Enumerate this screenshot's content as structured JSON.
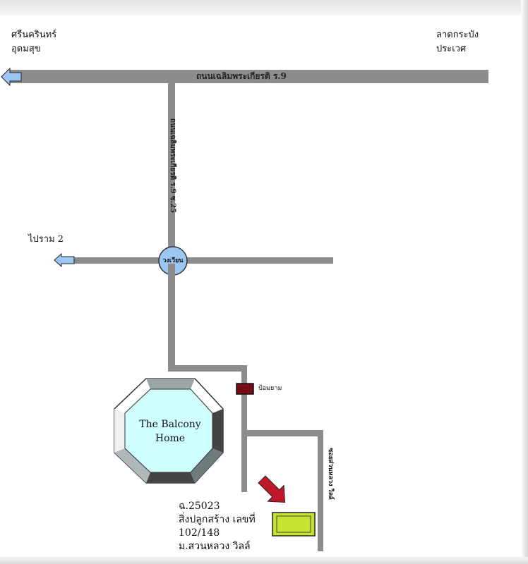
{
  "labels": {
    "top_left": [
      "ศรีนครินทร์",
      "อุดมสุข"
    ],
    "top_right": [
      "ลาดกระบัง",
      "ประเวศ"
    ],
    "main_road": "ถนนเฉลิมพระเกียรติ ร.9",
    "vertical_road": "ถนนเฉลิมพระเกียรติ ร.9 ซ.25",
    "left_branch": "ไปราม 2",
    "roundabout": "วงเวียน",
    "landmark": "ป้อมยาม",
    "right_side_road": "ซอยส่วนหลวง วิลล์",
    "octagon_building": [
      "The Balcony",
      "Home"
    ]
  },
  "address": [
    "ฉ.25023",
    "สิ่งปลูกสร้าง เลขที่",
    "102/148",
    "ม.สวนหลวง วิลล์"
  ],
  "colors": {
    "road": "#8c8c8c",
    "arrow_blue": "#9cc7f2",
    "roundabout_fill": "#9cc7f2",
    "octagon_fill": "#cfffff",
    "target_building": "#c8e230",
    "pointer_arrow": "#c0182a",
    "landmark": "#7a0a14"
  },
  "icons": {
    "left_arrow": "arrow-left-icon",
    "pointer": "arrow-pointer-icon"
  }
}
